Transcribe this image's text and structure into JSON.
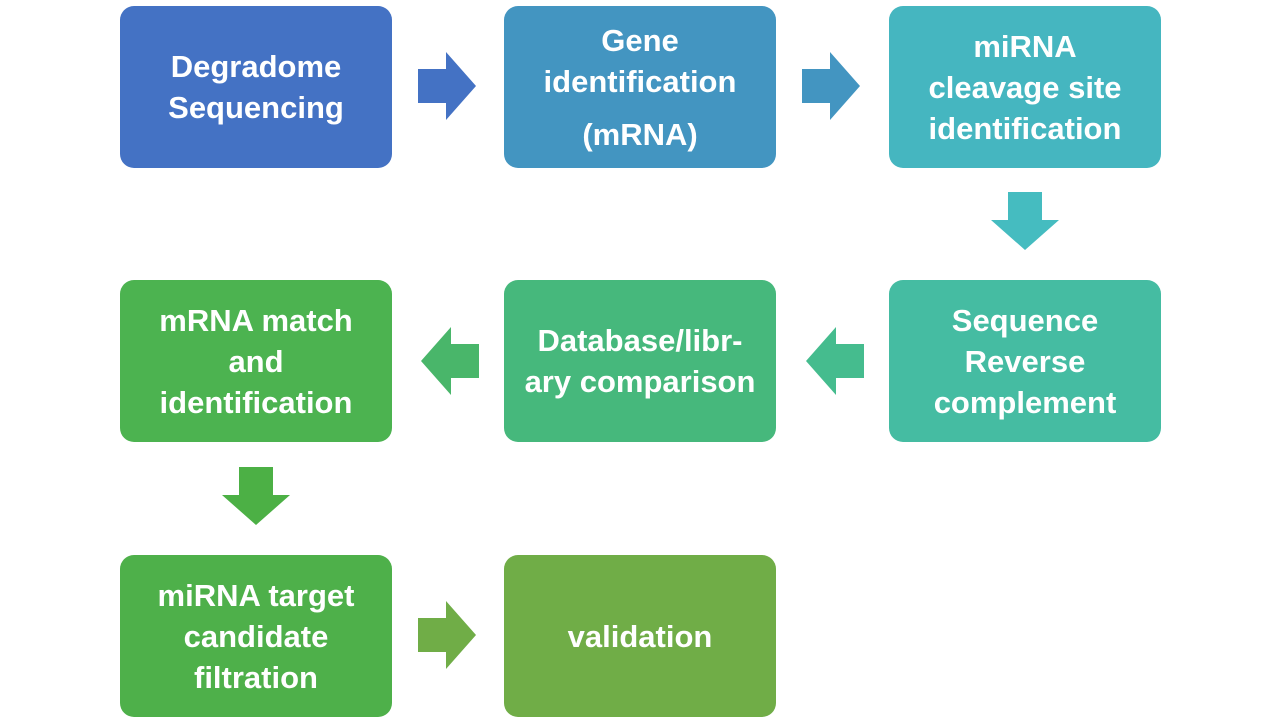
{
  "steps": [
    {
      "id": "degradome",
      "lines": [
        "Degradome",
        "Sequencing"
      ],
      "color": "#4472C4"
    },
    {
      "id": "gene-identification",
      "lines": [
        "Gene",
        "identification",
        "(mRNA)"
      ],
      "color": "#4395C1"
    },
    {
      "id": "cleavage-site",
      "lines": [
        "miRNA",
        "cleavage site",
        "identification"
      ],
      "color": "#45B6C0"
    },
    {
      "id": "reverse-complement",
      "lines": [
        "Sequence",
        "Reverse",
        "complement"
      ],
      "color": "#45BCA2"
    },
    {
      "id": "database-comparison",
      "lines": [
        "Database/libr-",
        "ary comparison"
      ],
      "color": "#46B87C"
    },
    {
      "id": "mrna-match",
      "lines": [
        "mRNA match",
        "and",
        "identification"
      ],
      "color": "#4CB350"
    },
    {
      "id": "target-filtration",
      "lines": [
        "miRNA target",
        "candidate",
        "filtration"
      ],
      "color": "#4EB04A"
    },
    {
      "id": "validation",
      "lines": [
        "validation"
      ],
      "color": "#70AD47"
    }
  ],
  "arrows": [
    {
      "from": "degradome",
      "to": "gene-identification",
      "direction": "right",
      "color": "#4472C4"
    },
    {
      "from": "gene-identification",
      "to": "cleavage-site",
      "direction": "right",
      "color": "#4395C1"
    },
    {
      "from": "cleavage-site",
      "to": "reverse-complement",
      "direction": "down",
      "color": "#45BCC0"
    },
    {
      "from": "reverse-complement",
      "to": "database-comparison",
      "direction": "left",
      "color": "#45BC8E"
    },
    {
      "from": "database-comparison",
      "to": "mrna-match",
      "direction": "left",
      "color": "#49B66A"
    },
    {
      "from": "mrna-match",
      "to": "target-filtration",
      "direction": "down",
      "color": "#4CB045"
    },
    {
      "from": "target-filtration",
      "to": "validation",
      "direction": "right",
      "color": "#70AD47"
    }
  ]
}
